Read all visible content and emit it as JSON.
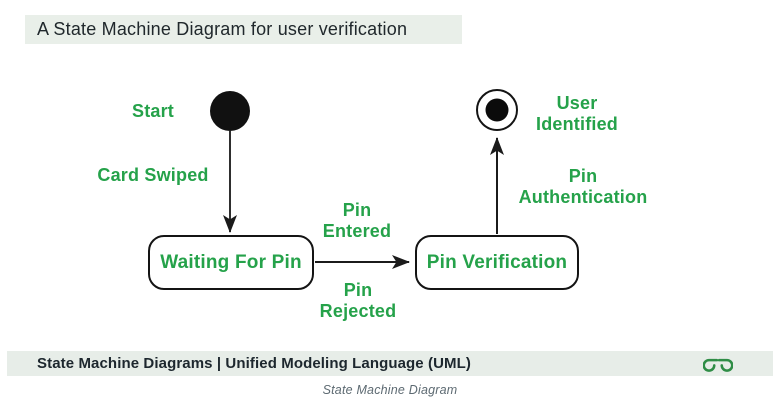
{
  "header": {
    "title": "A State Machine Diagram for user verification"
  },
  "diagram": {
    "start_label": "Start",
    "states": {
      "waiting": "Waiting For Pin",
      "verification": "Pin Verification"
    },
    "transitions": {
      "card_swiped": "Card Swiped",
      "pin_entered": "Pin\nEntered",
      "pin_rejected": "Pin\nRejected",
      "pin_authentication": "Pin\nAuthentication"
    },
    "final_label": "User\nIdentified"
  },
  "footer": {
    "bar_text": "State Machine Diagrams | Unified Modeling Language (UML)",
    "logo": "geeksforgeeks-logo",
    "caption": "State Machine Diagram"
  },
  "colors": {
    "label_green": "#25a24a",
    "logo_green": "#2f8d46",
    "band_background": "#e7ede8",
    "title_background": "#e9efe9",
    "line_black": "#1b1b1b"
  }
}
